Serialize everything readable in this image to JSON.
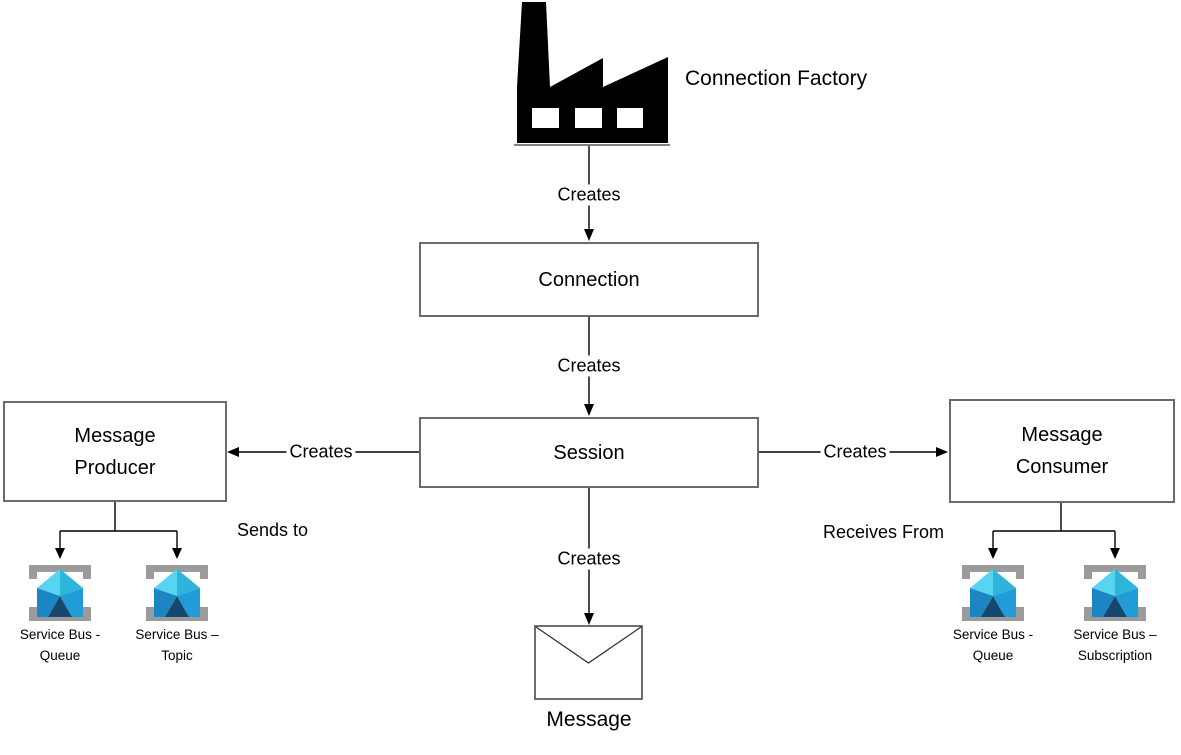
{
  "colors": {
    "line": "#000000",
    "box_border": "#6b6b6b",
    "box_fill": "#ffffff",
    "factory_fill": "#000000",
    "ground_line": "#808080",
    "envelope_stroke": "#4a4a4a",
    "sb_bracket": "#9b9b9b",
    "sb_flap_left": "#57d4f0",
    "sb_flap_right": "#2eb4da",
    "sb_body_left": "#1b86c3",
    "sb_body_dark": "#16476d",
    "sb_body_right": "#209dd8"
  },
  "nodes": {
    "connection_factory": "Connection Factory",
    "connection": "Connection",
    "session": "Session",
    "message_producer": "Message Producer",
    "message_consumer": "Message Consumer",
    "message": "Message"
  },
  "edges": {
    "factory_creates_connection": "Creates",
    "connection_creates_session": "Creates",
    "session_creates_producer": "Creates",
    "session_creates_consumer": "Creates",
    "session_creates_message": "Creates",
    "producer_sends_to": "Sends to",
    "consumer_receives_from": "Receives From"
  },
  "service_bus": {
    "producer_queue": "Service Bus - Queue",
    "producer_topic": "Service Bus – Topic",
    "consumer_queue": "Service Bus - Queue",
    "consumer_subscription": "Service Bus – Subscription"
  }
}
